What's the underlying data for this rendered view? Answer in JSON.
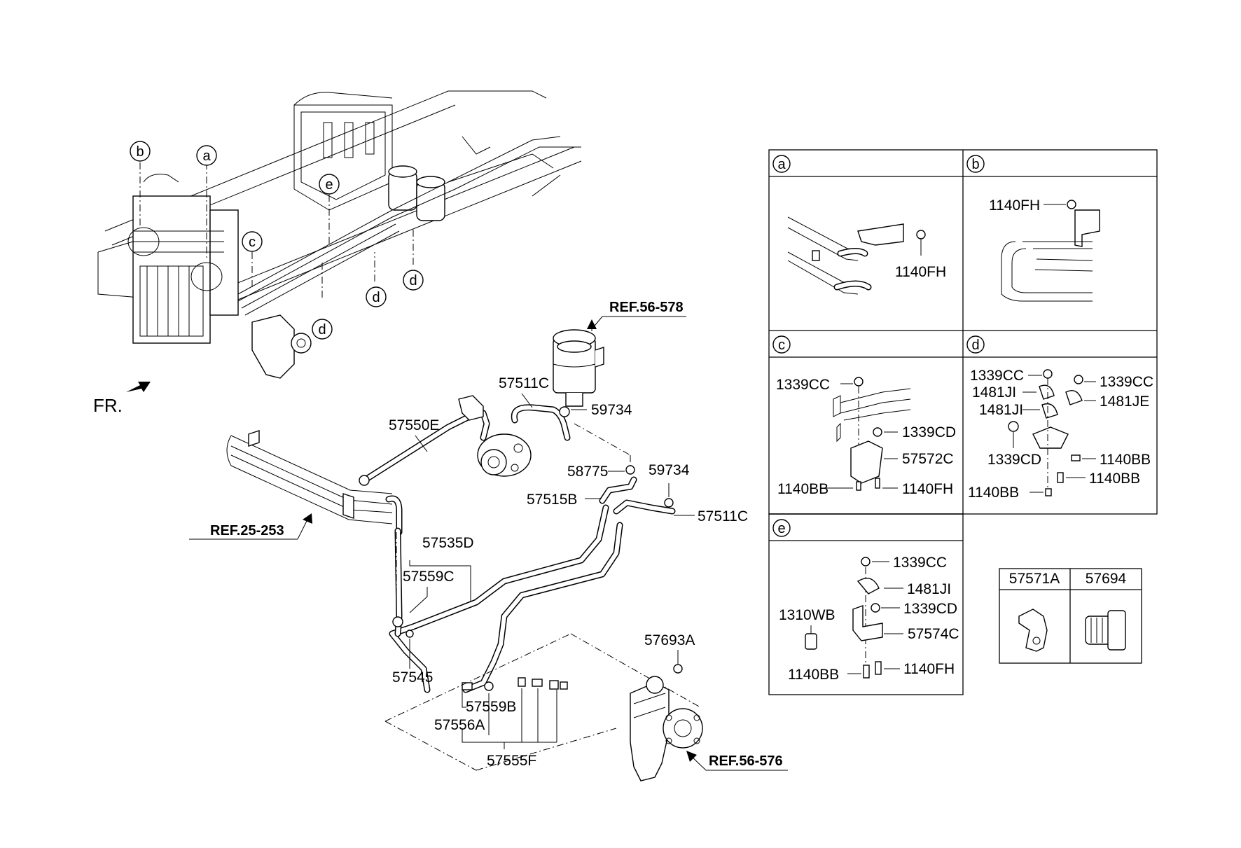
{
  "labels": {
    "p57511C_top": "57511C",
    "p59734_top": "59734",
    "p57550E": "57550E",
    "p58775": "58775",
    "p59734_mid": "59734",
    "p57515B": "57515B",
    "p57511C_mid": "57511C",
    "p57535D": "57535D",
    "p57559C": "57559C",
    "p57545": "57545",
    "p57559B": "57559B",
    "p57556A": "57556A",
    "p57555F": "57555F",
    "p57693A": "57693A"
  },
  "refs": {
    "ref_56_578": "REF.56-578",
    "ref_25_253": "REF.25-253",
    "ref_56_576": "REF.56-576"
  },
  "front_label": "FR.",
  "callouts": {
    "a": "a",
    "b": "b",
    "c": "c",
    "d": "d",
    "e": "e"
  },
  "detail_a": {
    "tag": "a",
    "part_1140FH": "1140FH"
  },
  "detail_b": {
    "tag": "b",
    "part_1140FH": "1140FH"
  },
  "detail_c": {
    "tag": "c",
    "p1339CC": "1339CC",
    "p1339CD": "1339CD",
    "p57572C": "57572C",
    "p1140BB": "1140BB",
    "p1140FH": "1140FH"
  },
  "detail_d": {
    "tag": "d",
    "p1339CC_left": "1339CC",
    "p1339CC_right": "1339CC",
    "p1481JI_1": "1481JI",
    "p1481JE": "1481JE",
    "p1481JI_2": "1481JI",
    "p1339CD": "1339CD",
    "p1140BB_1": "1140BB",
    "p1140BB_2": "1140BB",
    "p1140BB_3": "1140BB"
  },
  "detail_e": {
    "tag": "e",
    "p1339CC": "1339CC",
    "p1481JI": "1481JI",
    "p1310WB": "1310WB",
    "p1339CD": "1339CD",
    "p57574C": "57574C",
    "p1140BB": "1140BB",
    "p1140FH": "1140FH"
  },
  "small_table": {
    "col1": "57571A",
    "col2": "57694"
  }
}
